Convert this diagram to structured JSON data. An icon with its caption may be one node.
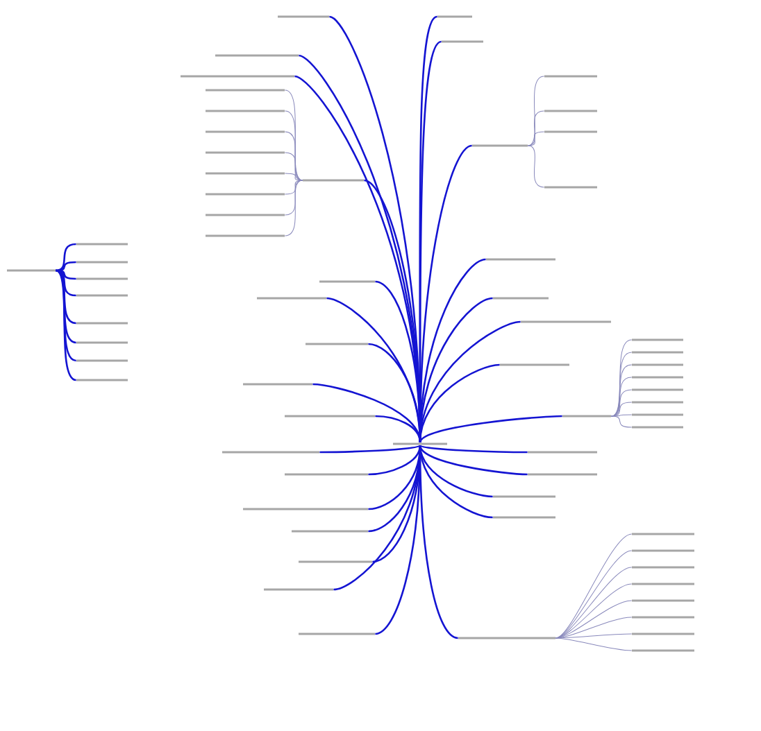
{
  "diagram": {
    "nodes": [
      {
        "text": [],
        "shape": "bar"
      },
      {
        "text": [],
        "shape": "bar"
      },
      {
        "text": [],
        "shape": "bar"
      },
      {
        "text": [],
        "shape": "bar"
      },
      {
        "text": [],
        "shape": "bar"
      },
      {
        "text": [],
        "shape": "bar"
      },
      {
        "text": [],
        "shape": "bar"
      },
      {
        "text": [],
        "shape": "bar"
      },
      {
        "text": [],
        "shape": "bar"
      },
      {
        "text": [],
        "shape": "bar"
      },
      {
        "text": [],
        "shape": "bar"
      },
      {
        "text": [],
        "shape": "bar"
      },
      {
        "text": [],
        "shape": "bar"
      },
      {
        "text": [],
        "shape": "bar"
      },
      {
        "text": [],
        "shape": "bar"
      },
      {
        "text": [],
        "shape": "bar"
      },
      {
        "text": [],
        "shape": "bar"
      },
      {
        "text": [],
        "shape": "bar"
      },
      {
        "text": [],
        "shape": "bar"
      },
      {
        "text": [],
        "shape": "bar"
      },
      {
        "text": [],
        "shape": "bar"
      },
      {
        "text": [],
        "shape": "bar"
      },
      {
        "text": [],
        "shape": "bar"
      },
      {
        "text": [],
        "shape": "bar"
      },
      {
        "text": [],
        "shape": "bar"
      },
      {
        "text": [],
        "shape": "bar"
      },
      {
        "text": [],
        "shape": "bar"
      },
      {
        "text": [],
        "shape": "bar"
      },
      {
        "text": [],
        "shape": "bar"
      },
      {
        "text": [],
        "shape": "bar"
      },
      {
        "text": [],
        "shape": "bar"
      },
      {
        "text": [],
        "shape": "bar"
      },
      {
        "text": [],
        "shape": "bar"
      },
      {
        "text": [],
        "shape": "bar"
      },
      {
        "text": [],
        "shape": "bar"
      },
      {
        "text": [],
        "shape": "bar"
      },
      {
        "text": [],
        "shape": "bar"
      },
      {
        "text": [],
        "shape": "bar"
      },
      {
        "text": [],
        "shape": "bar"
      },
      {
        "text": [],
        "shape": "bar"
      },
      {
        "text": [],
        "shape": "bar"
      },
      {
        "text": [],
        "shape": "bar"
      },
      {
        "text": [],
        "shape": "bar"
      },
      {
        "text": [],
        "shape": "bar"
      },
      {
        "text": [],
        "shape": "bar"
      },
      {
        "text": [],
        "shape": "bar"
      },
      {
        "text": [],
        "shape": "bar"
      },
      {
        "text": [],
        "shape": "bar"
      },
      {
        "text": [],
        "shape": "bar"
      },
      {
        "text": [],
        "shape": "bar"
      },
      {
        "text": [],
        "shape": "bar"
      },
      {
        "text": [],
        "shape": "bar"
      },
      {
        "text": [],
        "shape": "bar"
      },
      {
        "text": [],
        "shape": "bar"
      },
      {
        "text": [],
        "shape": "bar"
      },
      {
        "text": [],
        "shape": "bar"
      },
      {
        "text": [],
        "shape": "bar"
      },
      {
        "text": [],
        "shape": "bar"
      },
      {
        "text": [],
        "shape": "bar"
      },
      {
        "text": [],
        "shape": "bar"
      },
      {
        "text": [],
        "shape": "bar"
      },
      {
        "text": [],
        "shape": "bar"
      },
      {
        "text": [],
        "shape": "bar"
      },
      {
        "text": [],
        "shape": "bar"
      },
      {
        "text": [],
        "shape": "bar"
      },
      {
        "text": [],
        "shape": "bar"
      },
      {
        "text": [],
        "shape": "bar"
      }
    ],
    "edges": [
      {
        "from": 1,
        "to": 2,
        "arrow": "none"
      },
      {
        "from": 1,
        "to": 3,
        "arrow": "none"
      },
      {
        "from": 1,
        "to": 4,
        "arrow": "none"
      },
      {
        "from": 1,
        "to": 5,
        "arrow": "none"
      },
      {
        "from": 1,
        "to": 6,
        "arrow": "none"
      },
      {
        "from": 1,
        "to": 7,
        "arrow": "none"
      },
      {
        "from": 1,
        "to": 8,
        "arrow": "none"
      },
      {
        "from": 1,
        "to": 9,
        "arrow": "none"
      },
      {
        "from": 0,
        "to": 10,
        "arrow": "none"
      },
      {
        "from": 0,
        "to": 11,
        "arrow": "none"
      },
      {
        "from": 0,
        "to": 12,
        "arrow": "none"
      },
      {
        "from": 0,
        "to": 13,
        "arrow": "none"
      },
      {
        "from": 0,
        "to": 14,
        "arrow": "none"
      },
      {
        "from": 0,
        "to": 15,
        "arrow": "none"
      },
      {
        "from": 0,
        "to": 16,
        "arrow": "none"
      },
      {
        "from": 0,
        "to": 17,
        "arrow": "none"
      },
      {
        "from": 0,
        "to": 18,
        "arrow": "none"
      },
      {
        "from": 0,
        "to": 19,
        "arrow": "none"
      },
      {
        "from": 0,
        "to": 20,
        "arrow": "none"
      },
      {
        "from": 0,
        "to": 21,
        "arrow": "none"
      },
      {
        "from": 0,
        "to": 22,
        "arrow": "none"
      },
      {
        "from": 0,
        "to": 23,
        "arrow": "none"
      },
      {
        "from": 0,
        "to": 24,
        "arrow": "none"
      },
      {
        "from": 0,
        "to": 25,
        "arrow": "none"
      },
      {
        "from": 0,
        "to": 26,
        "arrow": "none"
      },
      {
        "from": 0,
        "to": 27,
        "arrow": "none"
      },
      {
        "from": 0,
        "to": 28,
        "arrow": "none"
      },
      {
        "from": 0,
        "to": 29,
        "arrow": "none"
      },
      {
        "from": 0,
        "to": 30,
        "arrow": "none"
      },
      {
        "from": 0,
        "to": 31,
        "arrow": "none"
      },
      {
        "from": 0,
        "to": 32,
        "arrow": "none"
      },
      {
        "from": 0,
        "to": 33,
        "arrow": "none"
      },
      {
        "from": 0,
        "to": 34,
        "arrow": "none"
      },
      {
        "from": 0,
        "to": 35,
        "arrow": "none"
      },
      {
        "from": 0,
        "to": 36,
        "arrow": "none"
      },
      {
        "from": 0,
        "to": 37,
        "arrow": "none"
      },
      {
        "from": 0,
        "to": 38,
        "arrow": "none"
      },
      {
        "from": 15,
        "to": 39,
        "arrow": "none",
        "color": "#8888bb"
      },
      {
        "from": 15,
        "to": 40,
        "arrow": "none",
        "color": "#8888bb"
      },
      {
        "from": 15,
        "to": 41,
        "arrow": "none",
        "color": "#8888bb"
      },
      {
        "from": 15,
        "to": 42,
        "arrow": "none",
        "color": "#8888bb"
      },
      {
        "from": 15,
        "to": 43,
        "arrow": "none",
        "color": "#8888bb"
      },
      {
        "from": 15,
        "to": 44,
        "arrow": "none",
        "color": "#8888bb"
      },
      {
        "from": 15,
        "to": 45,
        "arrow": "none",
        "color": "#8888bb"
      },
      {
        "from": 15,
        "to": 46,
        "arrow": "none",
        "color": "#8888bb"
      },
      {
        "from": 28,
        "to": 47,
        "arrow": "none",
        "color": "#8888bb"
      },
      {
        "from": 28,
        "to": 48,
        "arrow": "none",
        "color": "#8888bb"
      },
      {
        "from": 28,
        "to": 49,
        "arrow": "none",
        "color": "#8888bb"
      },
      {
        "from": 28,
        "to": 50,
        "arrow": "none",
        "color": "#8888bb"
      },
      {
        "from": 33,
        "to": 51,
        "arrow": "none",
        "color": "#8888bb"
      },
      {
        "from": 33,
        "to": 52,
        "arrow": "none",
        "color": "#8888bb"
      },
      {
        "from": 33,
        "to": 53,
        "arrow": "none",
        "color": "#8888bb"
      },
      {
        "from": 33,
        "to": 54,
        "arrow": "none",
        "color": "#8888bb"
      },
      {
        "from": 33,
        "to": 55,
        "arrow": "none",
        "color": "#8888bb"
      },
      {
        "from": 33,
        "to": 56,
        "arrow": "none",
        "color": "#8888bb"
      },
      {
        "from": 33,
        "to": 57,
        "arrow": "none",
        "color": "#8888bb"
      },
      {
        "from": 33,
        "to": 58,
        "arrow": "none",
        "color": "#8888bb"
      },
      {
        "from": 38,
        "to": 59,
        "arrow": "none",
        "color": "#8888bb"
      },
      {
        "from": 38,
        "to": 60,
        "arrow": "none",
        "color": "#8888bb"
      },
      {
        "from": 38,
        "to": 61,
        "arrow": "none",
        "color": "#8888bb"
      },
      {
        "from": 38,
        "to": 62,
        "arrow": "none",
        "color": "#8888bb"
      },
      {
        "from": 38,
        "to": 63,
        "arrow": "none",
        "color": "#8888bb"
      },
      {
        "from": 38,
        "to": 64,
        "arrow": "none",
        "color": "#8888bb"
      },
      {
        "from": 38,
        "to": 65,
        "arrow": "none",
        "color": "#8888bb"
      },
      {
        "from": 38,
        "to": 66,
        "arrow": "none",
        "color": "#8888bb"
      }
    ]
  }
}
